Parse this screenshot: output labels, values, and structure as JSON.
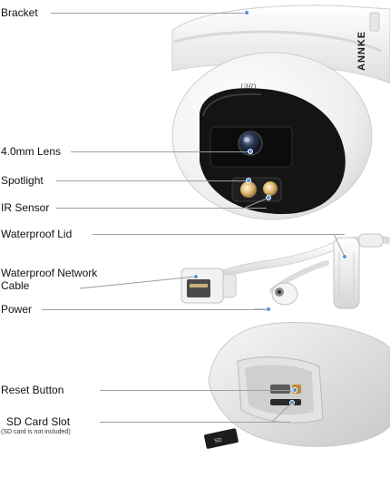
{
  "brand": "ANNKE",
  "lens_badge": "UHD",
  "sd_card_text": "SD",
  "labels": {
    "bracket": "Bracket",
    "lens": "4.0mm Lens",
    "spotlight": "Spotlight",
    "ir_sensor": "IR Sensor",
    "waterproof_lid": "Waterproof Lid",
    "network_cable_line1": "Waterproof Network",
    "network_cable_line2": "Cable",
    "power": "Power",
    "reset_button": "Reset Button",
    "sd_card_slot": "SD Card Slot",
    "sd_card_note": "(SD card is not included)"
  },
  "colors": {
    "leader_line": "#9aa0a6",
    "pointer_dot": "#4a90d9",
    "camera_body": "#f3f3f3",
    "lens_panel": "#111111"
  }
}
